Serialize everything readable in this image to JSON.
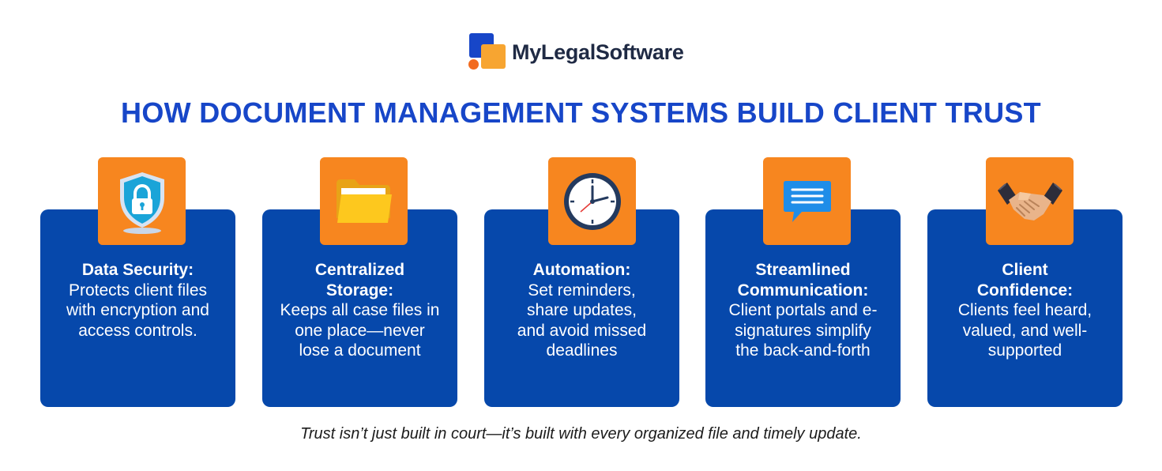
{
  "logo": {
    "text": "MyLegalSoftware"
  },
  "title": "HOW DOCUMENT MANAGEMENT SYSTEMS BUILD CLIENT TRUST",
  "cards": [
    {
      "title": "Data Security:",
      "text": "Protects client files with encryption and access controls.",
      "icon": "shield-lock-icon"
    },
    {
      "title": "Centralized Storage:",
      "text": "Keeps all case files in one place—never lose a document",
      "icon": "folder-icon"
    },
    {
      "title": "Automation:",
      "text": "Set reminders, share updates, and avoid missed deadlines",
      "icon": "clock-icon"
    },
    {
      "title": "Streamlined Communication:",
      "text": "Client portals and e-signatures simplify the back-and-forth",
      "icon": "chat-bubble-icon"
    },
    {
      "title": "Client Confidence:",
      "text": "Clients feel heard, valued, and well-supported",
      "icon": "handshake-icon"
    }
  ],
  "tagline": "Trust isn’t just built in court—it’s built with every organized file and timely update.",
  "colors": {
    "brand_blue": "#1746c8",
    "card_blue": "#0648ab",
    "icon_orange": "#f7861f",
    "logo_orange": "#f7a531"
  }
}
